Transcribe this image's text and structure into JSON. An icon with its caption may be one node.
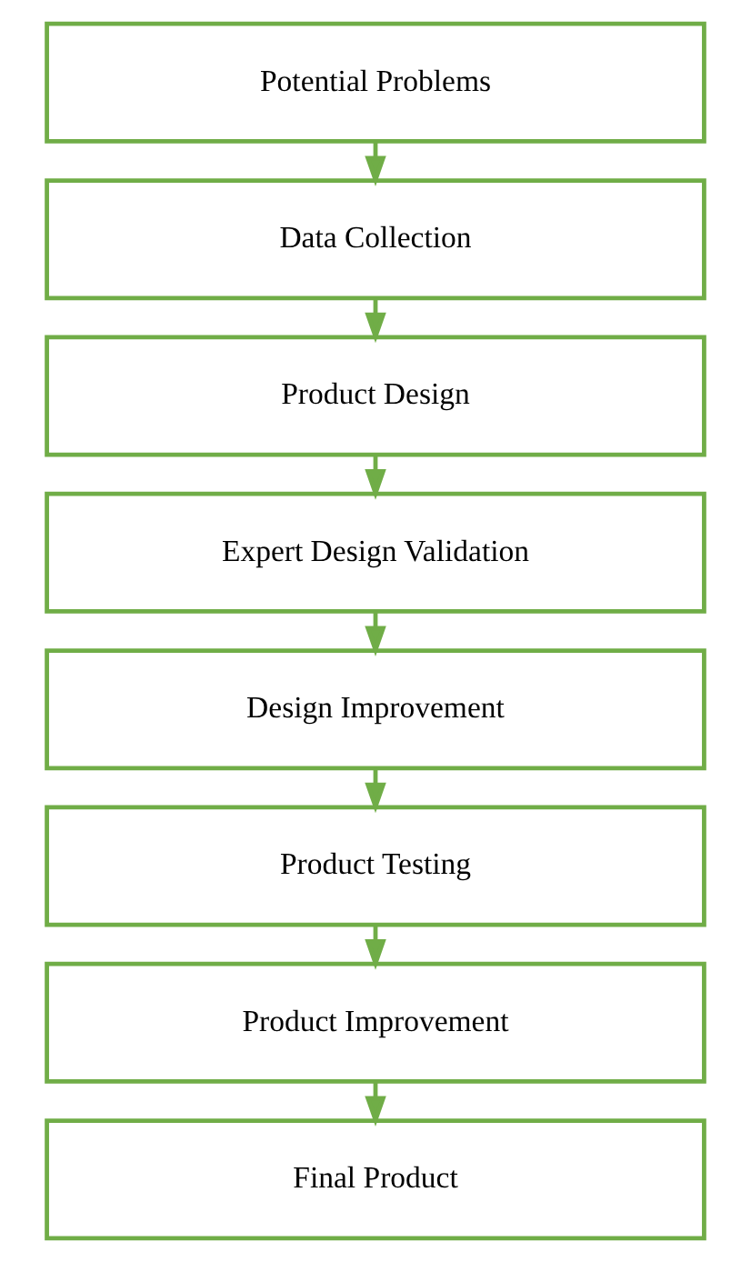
{
  "diagram": {
    "nodes": [
      {
        "text": [
          "Potential Problems"
        ]
      },
      {
        "text": [
          "Data Collection"
        ]
      },
      {
        "text": [
          "Product Design"
        ]
      },
      {
        "text": [
          "Expert Design Validation"
        ]
      },
      {
        "text": [
          "Design Improvement"
        ]
      },
      {
        "text": [
          "Product Testing"
        ]
      },
      {
        "text": [
          "Product Improvement"
        ]
      },
      {
        "text": [
          "Final Product"
        ]
      }
    ],
    "edges": [
      {
        "from": 0,
        "to": 1,
        "arrow": "to"
      },
      {
        "from": 1,
        "to": 2,
        "arrow": "to"
      },
      {
        "from": 2,
        "to": 3,
        "arrow": "to"
      },
      {
        "from": 3,
        "to": 4,
        "arrow": "to"
      },
      {
        "from": 4,
        "to": 5,
        "arrow": "to"
      },
      {
        "from": 5,
        "to": 6,
        "arrow": "to"
      },
      {
        "from": 6,
        "to": 7,
        "arrow": "to"
      }
    ]
  }
}
